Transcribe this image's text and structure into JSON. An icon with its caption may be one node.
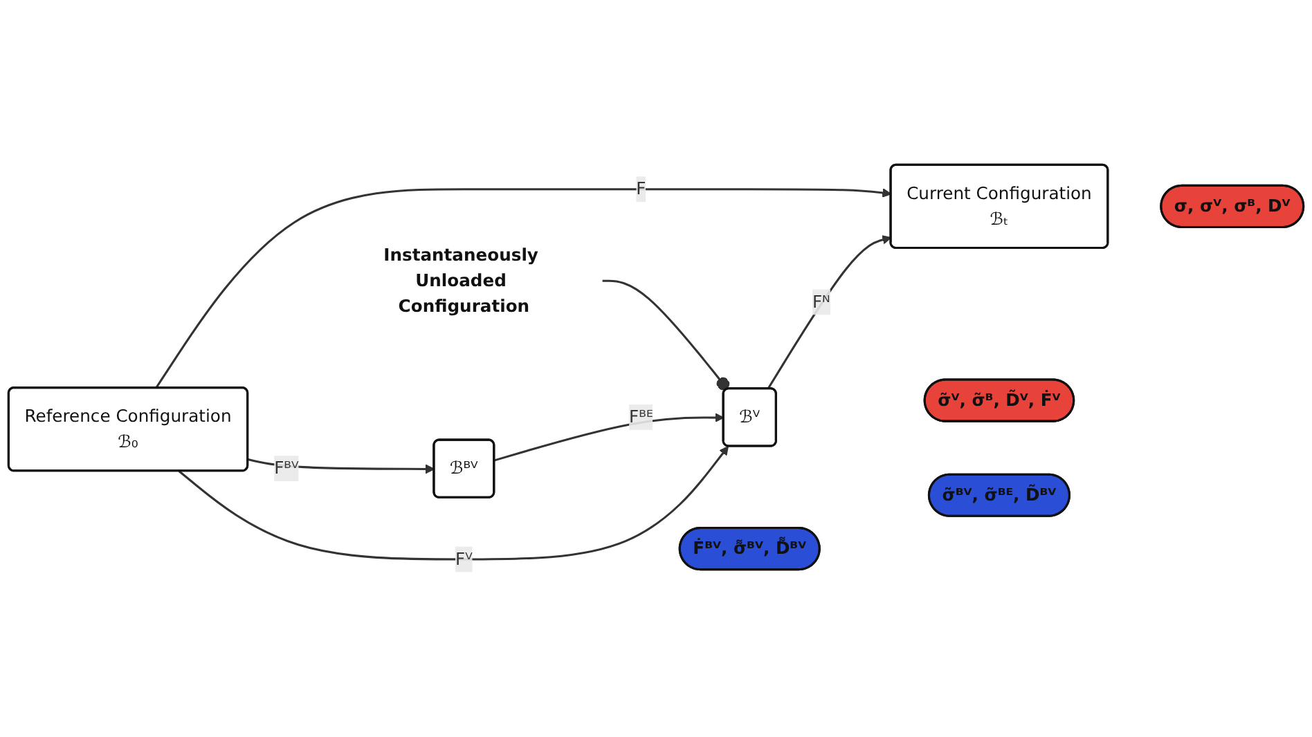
{
  "diagram": {
    "nodes": [
      {
        "text": [
          "Reference Configuration",
          "ℬ₀"
        ]
      },
      {
        "text": [
          "Current Configuration",
          "ℬₜ"
        ]
      },
      {
        "text": [
          "σ, σⱽ, σᴮ, Dⱽ"
        ]
      },
      {
        "text": [
          "ℬᴮⱽ"
        ]
      },
      {
        "text": [
          "Ḟᴮⱽ, σ͌ᴮⱽ, D͌ᴮⱽ"
        ]
      },
      {
        "text": [
          "ℬⱽ"
        ]
      },
      {
        "text": [
          "σ̃ⱽ, σ̃ᴮ, D̃ⱽ, Ḟⱽ"
        ]
      },
      {
        "text": [
          "σ̃ᴮⱽ, σ̃ᴮᴱ, D̃ᴮⱽ"
        ]
      },
      {
        "text": [
          "Instantaneously Unloaded Configuration"
        ]
      }
    ],
    "edges": [
      {
        "from": 0,
        "to": 1,
        "arrow": "to",
        "label": "F"
      },
      {
        "from": 0,
        "to": 3,
        "arrow": "to",
        "label": "Fᴮⱽ"
      },
      {
        "from": 0,
        "to": 5,
        "arrow": "to",
        "label": "Fⱽ"
      },
      {
        "from": 3,
        "to": 5,
        "arrow": "to",
        "label": "Fᴮᴱ"
      },
      {
        "from": 5,
        "to": 1,
        "arrow": "to",
        "label": "Fᴺ"
      },
      {
        "from": 8,
        "to": 5,
        "arrow": "other"
      }
    ]
  }
}
